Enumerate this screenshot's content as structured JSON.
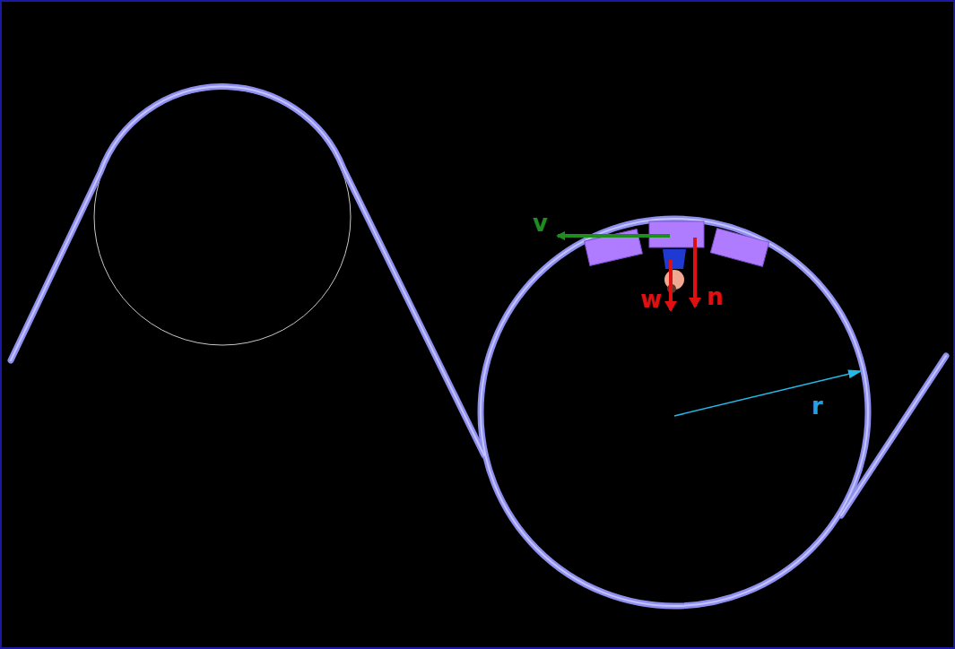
{
  "diagram": {
    "labels": [
      "v",
      "w",
      "n",
      "r"
    ]
  }
}
